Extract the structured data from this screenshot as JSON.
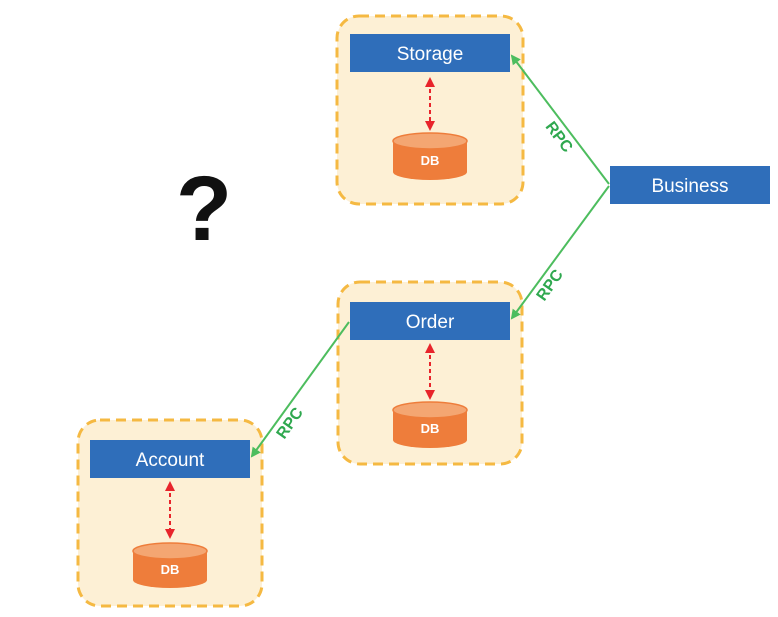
{
  "question_mark": "?",
  "services": {
    "storage": {
      "label": "Storage",
      "db_label": "DB"
    },
    "order": {
      "label": "Order",
      "db_label": "DB"
    },
    "account": {
      "label": "Account",
      "db_label": "DB"
    },
    "business": {
      "label": "Business"
    }
  },
  "connections": {
    "business_storage": "RPC",
    "business_order": "RPC",
    "order_account": "RPC"
  },
  "colors": {
    "service_fill": "#2F6EBA",
    "service_text": "#FFFFFF",
    "group_fill": "#FDF0D5",
    "group_border": "#F5B942",
    "db_fill": "#EE7D3B",
    "db_top": "#F4A672",
    "db_text": "#FFFFFF",
    "db_link": "#E8242B",
    "rpc_line": "#4DBD5E",
    "rpc_text": "#2FA84F",
    "question_color": "#111111"
  }
}
